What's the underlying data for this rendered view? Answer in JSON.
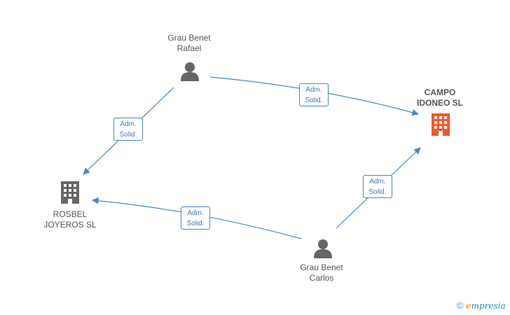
{
  "nodes": {
    "rafael": {
      "line1": "Grau Benet",
      "line2": "Rafael",
      "icon": "person-icon"
    },
    "carlos": {
      "line1": "Grau Benet",
      "line2": "Carlos",
      "icon": "person-icon"
    },
    "campo": {
      "line1": "CAMPO",
      "line2": "IDONEO SL",
      "icon": "building-icon",
      "color": "#f05a28"
    },
    "rosbel": {
      "line1": "ROSBEL",
      "line2": "JOYEROS SL",
      "icon": "building-icon",
      "color": "#666666"
    }
  },
  "edges": [
    {
      "from": "Grau Benet Rafael",
      "to": "CAMPO IDONEO SL",
      "line1": "Adm.",
      "line2": "Solid."
    },
    {
      "from": "Grau Benet Rafael",
      "to": "ROSBEL JOYEROS SL",
      "line1": "Adm.",
      "line2": "Solid."
    },
    {
      "from": "Grau Benet Carlos",
      "to": "CAMPO IDONEO SL",
      "line1": "Adm.",
      "line2": "Solid."
    },
    {
      "from": "Grau Benet Carlos",
      "to": "ROSBEL JOYEROS SL",
      "line1": "Adm.",
      "line2": "Solid."
    }
  ],
  "colors": {
    "edge": "#4a86c8",
    "person": "#666666"
  },
  "watermark": {
    "copyright": "©",
    "brand_first": "e",
    "brand_rest": "mpresia"
  }
}
